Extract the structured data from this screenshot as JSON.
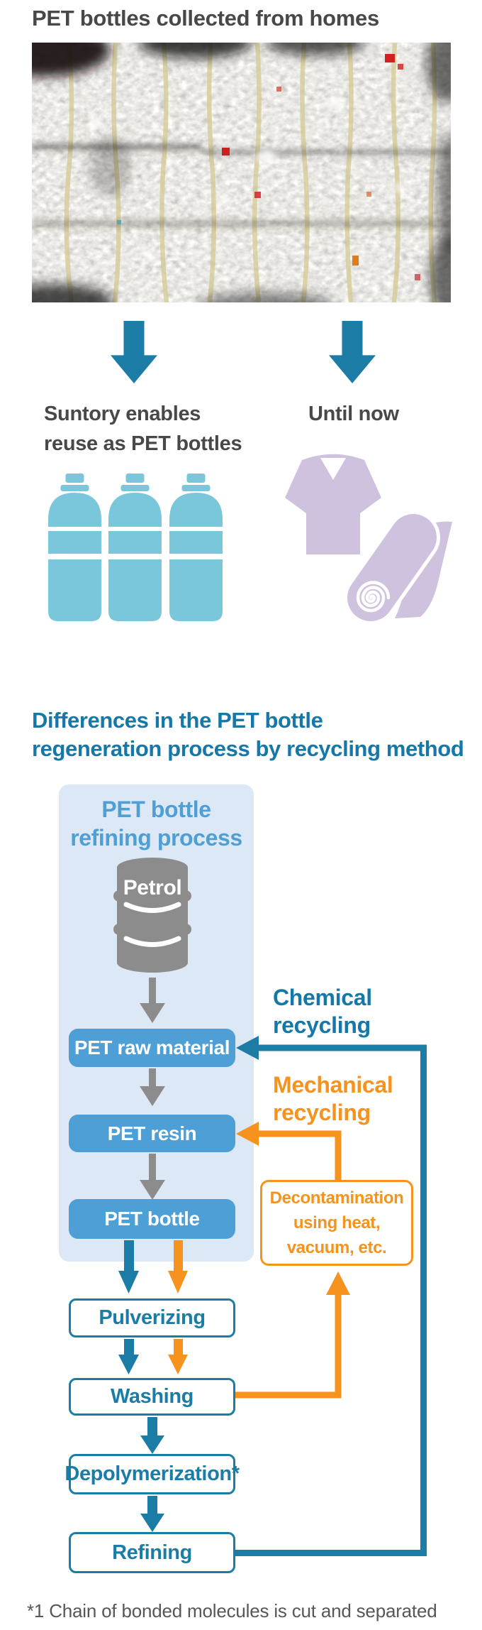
{
  "header": {
    "title": "PET bottles collected from homes"
  },
  "comparison": {
    "suntory_label": "Suntory enables\nreuse as PET bottles",
    "until_now_label": "Until now"
  },
  "section": {
    "title": "Differences in the PET bottle\nregeneration process by recycling method"
  },
  "flow": {
    "panel_label": "PET bottle\nrefining process",
    "petrol_label": "Petrol",
    "refinery_steps": [
      {
        "label": "PET raw material"
      },
      {
        "label": "PET resin"
      },
      {
        "label": "PET bottle"
      }
    ],
    "recycle_steps": [
      {
        "label": "Pulverizing"
      },
      {
        "label": "Washing"
      },
      {
        "label": "Depolymerization*"
      },
      {
        "label": "Refining"
      }
    ],
    "chemical_label": "Chemical\nrecycling",
    "mechanical_label": "Mechanical\nrecycling",
    "decontamination_label": "Decontamination\nusing heat,\nvacuum, etc."
  },
  "footnote": "*1 Chain of bonded molecules is cut and separated",
  "icons": {
    "bale_photo": "pet-bale-photo",
    "down_arrow": "down-arrow-icon",
    "bottles": "pet-bottles-icon",
    "textiles": "tshirt-and-roll-icon",
    "barrel": "oil-barrel-icon"
  },
  "colors": {
    "teal": "#1b7ca6",
    "heading_blue": "#1578a8",
    "box_blue": "#4d9fd6",
    "panel_blue": "#dce8f5",
    "orange": "#f6921e",
    "bottle_cyan": "#7ac6db",
    "lavender": "#cfc2df",
    "gray": "#8c8c8c",
    "text_dark": "#484848"
  }
}
